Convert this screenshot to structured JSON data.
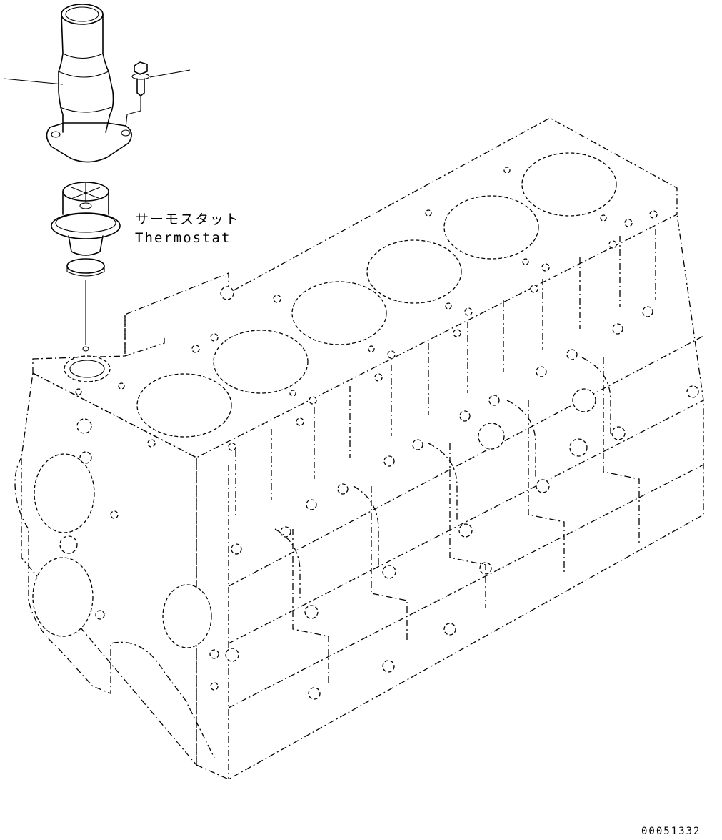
{
  "callout": {
    "label_jp": "サーモスタット",
    "label_en": "Thermostat"
  },
  "figure_code": "00051332",
  "parts": [
    {
      "name": "water outlet pipe"
    },
    {
      "name": "flange bolt"
    },
    {
      "name": "thermostat"
    },
    {
      "name": "cylinder block"
    }
  ]
}
